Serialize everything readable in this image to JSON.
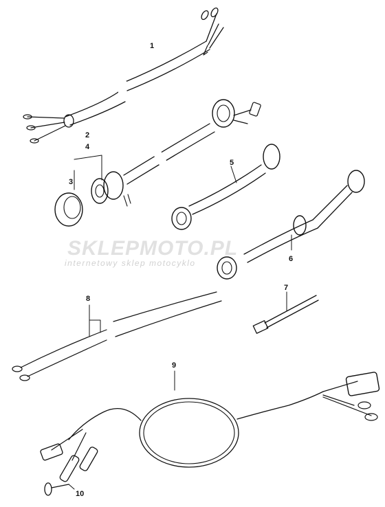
{
  "watermark": {
    "brand": "SKLEPMOTO",
    "brand_suffix": ".PL",
    "tagline": "internetowy sklep motocyklo"
  },
  "labels": [
    {
      "id": "1",
      "text": "1"
    },
    {
      "id": "2",
      "text": "2"
    },
    {
      "id": "4",
      "text": "4"
    },
    {
      "id": "3",
      "text": "3"
    },
    {
      "id": "5",
      "text": "5"
    },
    {
      "id": "6",
      "text": "6"
    },
    {
      "id": "7",
      "text": "7"
    },
    {
      "id": "8",
      "text": "8"
    },
    {
      "id": "9",
      "text": "9"
    },
    {
      "id": "10",
      "text": "10"
    }
  ],
  "colors": {
    "line": "#111111",
    "watermark_gray": "#c8c8c8",
    "watermark_red": "#e03030"
  }
}
